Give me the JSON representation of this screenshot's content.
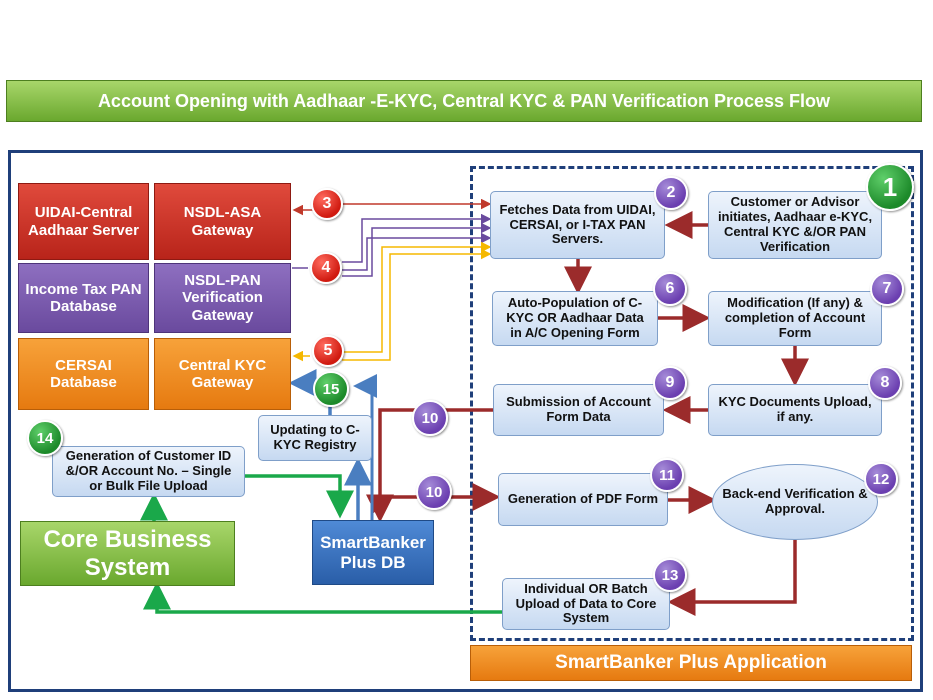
{
  "title": "Account Opening with Aadhaar -E-KYC, Central KYC & PAN Verification Process Flow",
  "footer_label": "SmartBanker Plus Application",
  "boxes": {
    "uidai": "UIDAI-Central Aadhaar Server",
    "nsdl_asa": "NSDL-ASA Gateway",
    "income_tax": "Income Tax PAN Database",
    "nsdl_pan": "NSDL-PAN Verification Gateway",
    "cersai": "CERSAI Database",
    "central_kyc": "Central KYC Gateway",
    "customer": "Customer or Advisor initiates, Aadhaar e-KYC, Central KYC &/OR PAN Verification",
    "fetch": "Fetches Data from UIDAI, CERSAI, or I-TAX PAN Servers.",
    "autopop": "Auto-Population of C-KYC OR Aadhaar Data in A/C Opening Form",
    "modify": "Modification (If any) & completion of Account Form",
    "kyc_docs": "KYC Documents Upload, if any.",
    "submission": "Submission of Account Form Data",
    "pdf": "Generation of PDF Form",
    "backend": "Back-end Verification & Approval.",
    "individual": "Individual OR Batch Upload of Data to Core System",
    "updating": "Updating to C-KYC Registry",
    "generation": "Generation of Customer ID &/OR Account No. – Single or Bulk File Upload",
    "core": "Core Business System",
    "smartbanker_db": "SmartBanker Plus DB"
  },
  "badges": {
    "b1": "1",
    "b2": "2",
    "b3": "3",
    "b4": "4",
    "b5": "5",
    "b6": "6",
    "b7": "7",
    "b8": "8",
    "b9": "9",
    "b10a": "10",
    "b10b": "10",
    "b11": "11",
    "b12": "12",
    "b13": "13",
    "b14": "14",
    "b15": "15"
  },
  "colors": {
    "title_green": "#7fba3a",
    "frame_blue": "#1f3f7a",
    "arrow_red": "#9b2b2b",
    "arrow_green": "#1aa84a",
    "arrow_blue": "#4a7ec0",
    "arrow_purple": "#6a4a9e",
    "arrow_yellow": "#f5b800"
  }
}
